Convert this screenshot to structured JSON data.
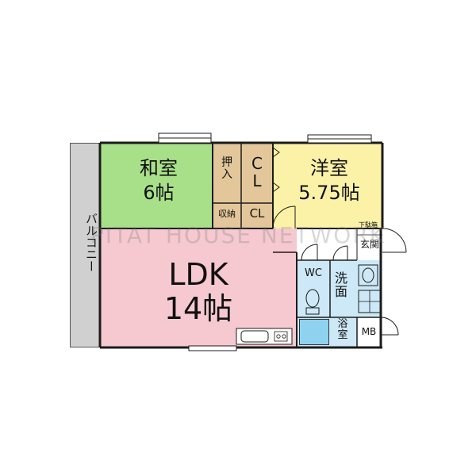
{
  "plan": {
    "watermark": "PITAT HOUSE NETWORK",
    "balcony": "バルコニー",
    "washitsu": {
      "name": "和室",
      "size": "6帖"
    },
    "youshitsu": {
      "name": "洋室",
      "size": "5.75帖"
    },
    "ldk": {
      "name": "LDK",
      "size": "14帖"
    },
    "oshiire": "押入",
    "cl_upper": "CL",
    "cl_lower": "CL",
    "shuno": "収納",
    "wc": "WC",
    "senmen": "洗面",
    "yokushitsu": "浴室",
    "mb": "MB",
    "genkan": "玄関",
    "getabako": "下駄箱"
  },
  "colors": {
    "washitsu": "#a8e08a",
    "youshitsu": "#fbf2a8",
    "ldk": "#f5c9cf",
    "storage": "#e3c79a",
    "water": "#cde8f6",
    "bath": "#8fd2ef",
    "balcony": "#d0d0d0"
  }
}
